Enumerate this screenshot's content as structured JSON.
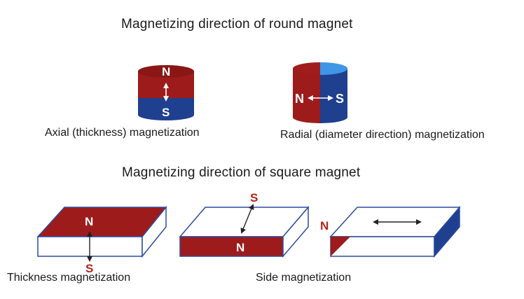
{
  "headings": {
    "round": "Magnetizing direction of round magnet",
    "square": "Magnetizing direction of square magnet"
  },
  "captions": {
    "axial": "Axial (thickness) magnetization",
    "radial": "Radial (diameter direction) magnetization",
    "thickness": "Thickness magnetization",
    "side": "Side magnetization"
  },
  "poles": {
    "north": "N",
    "south": "S"
  },
  "colors": {
    "north_red": "#9e1b1b",
    "north_red_dark": "#7e1414",
    "south_blue": "#1f3f8f",
    "south_blue_dark": "#183174",
    "south_blue_light": "#3f95e6",
    "pole_label_red": "#b3261e",
    "outline_blue": "#2e4a9e"
  }
}
